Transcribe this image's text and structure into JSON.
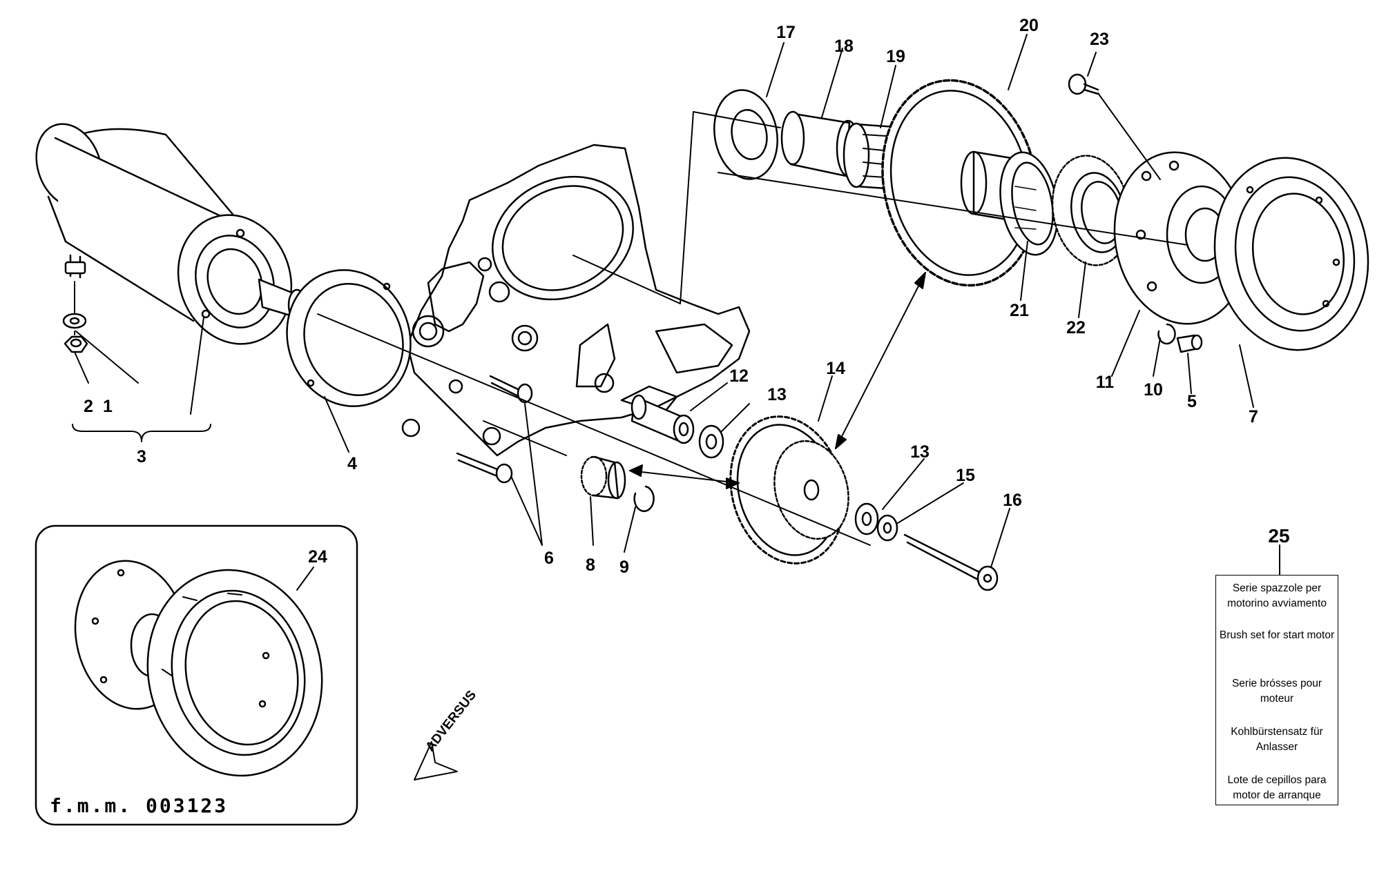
{
  "part_labels": {
    "p1": "1",
    "p2": "2",
    "p3": "3",
    "p4": "4",
    "p5": "5",
    "p6": "6",
    "p7": "7",
    "p8": "8",
    "p9": "9",
    "p10": "10",
    "p11": "11",
    "p12": "12",
    "p13a": "13",
    "p13b": "13",
    "p14": "14",
    "p15": "15",
    "p16": "16",
    "p17": "17",
    "p18": "18",
    "p19": "19",
    "p20": "20",
    "p21": "21",
    "p22": "22",
    "p23": "23",
    "p24": "24",
    "p25": "25"
  },
  "inset": {
    "code": "f.m.m. 003123"
  },
  "brand": {
    "text": "ADVERSUS"
  },
  "legend": {
    "entries": [
      "Serie spazzole per motorino avviamento",
      "Brush set for start motor",
      "Serie brósses pour moteur",
      "Kohlbürstensatz für Anlasser",
      "Lote de cepillos para motor de arranque"
    ]
  }
}
